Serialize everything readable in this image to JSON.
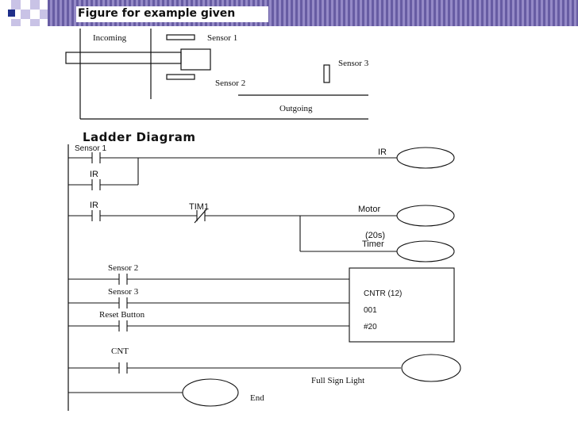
{
  "header": {
    "figure_title": "Figure for example given",
    "bar_color": "#7b6fb0",
    "bullet_color": "#1f2f8a"
  },
  "figure": {
    "incoming_label": "Incoming",
    "outgoing_label": "Outgoing",
    "sensor1_label": "Sensor 1",
    "sensor2_label": "Sensor 2",
    "sensor3_label": "Sensor 3"
  },
  "ladder": {
    "title": "Ladder Diagram",
    "rung1": {
      "contact_label": "Sensor 1",
      "coil_label": "IR"
    },
    "rung1_branch": {
      "contact_label": "IR"
    },
    "rung2": {
      "contact_label": "IR",
      "nc_contact_label": "TIM1",
      "coil_label": "Motor"
    },
    "rung2_branch": {
      "preset_label": "(20s)",
      "coil_label": "Timer"
    },
    "counter_rung": {
      "contact1_label": "Sensor 2",
      "contact2_label": "Sensor 3",
      "contact3_label": "Reset Button",
      "block_name": "CNTR (12)",
      "block_id": "001",
      "block_preset": "#20"
    },
    "cnt_rung": {
      "contact_label": "CNT",
      "coil_label": "Full Sign Light"
    },
    "end_rung": {
      "label": "End"
    }
  }
}
